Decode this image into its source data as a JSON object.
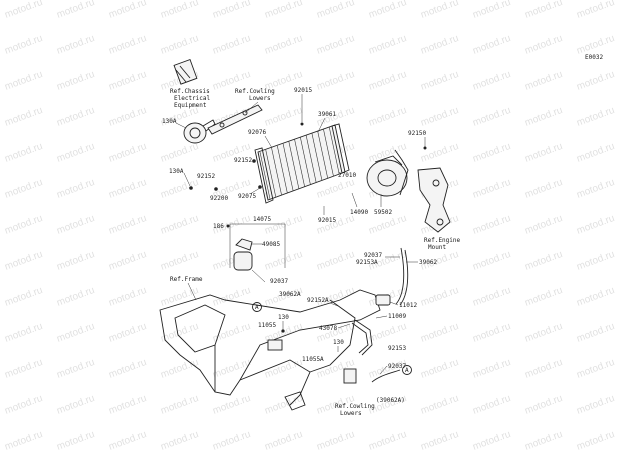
{
  "diagram": {
    "code": "E0032",
    "watermark": "motod.ru",
    "refs": {
      "chassis_electrical": [
        "Ref.Chassis",
        "Electrical",
        "Equipment"
      ],
      "cowling_lowers_top": [
        "Ref.Cowling",
        "Lowers"
      ],
      "engine_mount": [
        "Ref.Engine",
        "Mount"
      ],
      "frame": "Ref.Frame",
      "cowling_lowers_bottom": [
        "Ref.Cowling",
        "Lowers"
      ]
    },
    "labels": {
      "p92015_top": "92015",
      "p39061": "39061",
      "p92076": "92076",
      "p130A_1": "130A",
      "p92150": "92150",
      "p92152_1": "92152",
      "p130A_2": "130A",
      "p92152_2": "92152",
      "p27010": "27010",
      "p92200": "92200",
      "p92075": "92075",
      "p14090": "14090",
      "p59502": "59502",
      "p92015_bot": "92015",
      "p14075": "14075",
      "p186": "186",
      "p49085": "49085",
      "p92037_1": "92037",
      "p92153A": "92153A",
      "p39062": "39062",
      "p92037_2": "92037",
      "p39062A": "39062A",
      "p92152A": "92152A",
      "p11012": "11012",
      "p130_1": "130",
      "p11009": "11009",
      "p11055": "11055",
      "p43078": "43078",
      "p130_2": "130",
      "p92153": "92153",
      "p11055A": "11055A",
      "p92037_3": "92037",
      "p39062A_paren": "(39062A)",
      "callout_a": "A"
    }
  }
}
